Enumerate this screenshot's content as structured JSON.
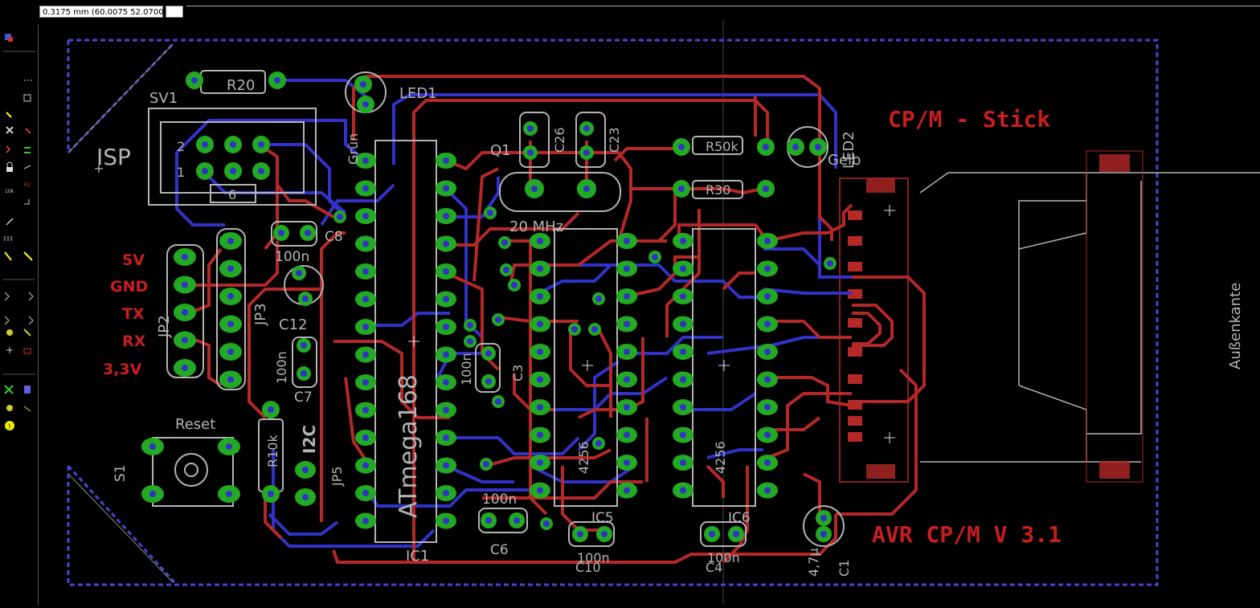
{
  "toolbar": {
    "coordinates": "0.3175 mm (60.0075 52.0700)",
    "command_line": ""
  },
  "sidebar_tools": [
    "layer-display-icon",
    "info-icon",
    "move-icon",
    "copy-icon",
    "mirror-icon",
    "rotate-icon",
    "group-icon",
    "change-icon",
    "delete-icon",
    "add-icon",
    "pinswap-icon",
    "replace-icon",
    "lock-icon",
    "split-icon",
    "optimize-icon",
    "route-icon",
    "ripup-icon",
    "via-icon",
    "wire-icon",
    "text-icon",
    "circle-icon",
    "arc-icon",
    "rect-icon",
    "polygon-icon",
    "hole-icon",
    "ratsnest-icon",
    "auto-icon",
    "drc-icon",
    "errors-icon"
  ],
  "board": {
    "title": "CP/M - Stick",
    "version": "AVR CP/M V 3.1",
    "labels": {
      "isp": "ISP",
      "sv1": "SV1",
      "pin2": "2",
      "pin1": "1",
      "pin6": "6",
      "r20": "R20",
      "led1": "LED1",
      "gruen": "Grün",
      "led2": "LED2",
      "gelb": "Gelb",
      "q1": "Q1",
      "freq": "20 MHz",
      "c26": "C26",
      "c23": "C23",
      "r50k": "R50k",
      "r30": "R30",
      "c8": "C8",
      "c8val": "100n",
      "c12": "C12",
      "jp2": "JP2",
      "jp3": "JP3",
      "v5": "5V",
      "gnd": "GND",
      "tx": "TX",
      "rx": "RX",
      "v33": "3,3V",
      "c7": "C7",
      "c7val": "100n",
      "i2c": "I2C",
      "jp5": "JP5",
      "reset": "Reset",
      "s1": "S1",
      "r10k": "R10k",
      "atmega": "ATmega168",
      "ic1": "IC1",
      "c3": "C3",
      "c3val": "100n",
      "c6": "C6",
      "c6val": "100n",
      "ic5": "IC5",
      "ic5part": "4256",
      "c10": "C10",
      "c10val": "100n",
      "ic6": "IC6",
      "ic6part": "4256",
      "c4": "C4",
      "c4val": "100n",
      "c1": "C1",
      "c1val": "4,7µ",
      "aussenkante": "Außenkante"
    }
  },
  "colors": {
    "top_copper": "#b42828",
    "bottom_copper": "#3232c8",
    "pad": "#22aa22",
    "silk": "#b4b4b4",
    "dimension": "#4646d2",
    "label_red": "#c81e1e"
  }
}
